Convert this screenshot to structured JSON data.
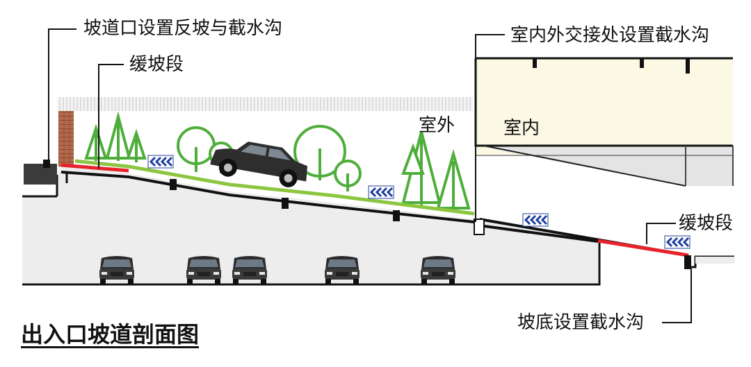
{
  "callouts": {
    "top_left": "坡道口设置反坡与截水沟",
    "slow_slope_top": "缓坡段",
    "top_right": "室内外交接处设置截水沟",
    "slow_slope_bottom": "缓坡段",
    "bottom_right": "坡底设置截水沟"
  },
  "zones": {
    "outdoor": "室外",
    "indoor": "室内"
  },
  "title": "出入口坡道剖面图",
  "colors": {
    "slope_red": "#e8232b",
    "grass_green": "#8cc63f",
    "tree_green": "#4fae3b",
    "ground_grey": "#ededed",
    "building_cream": "#fbf8e4",
    "chevron_blue": "#1f3f9e"
  },
  "icons": [
    "car-icon",
    "tree-icon",
    "chevron-sign-icon",
    "brick-wall-icon",
    "fence-icon"
  ]
}
